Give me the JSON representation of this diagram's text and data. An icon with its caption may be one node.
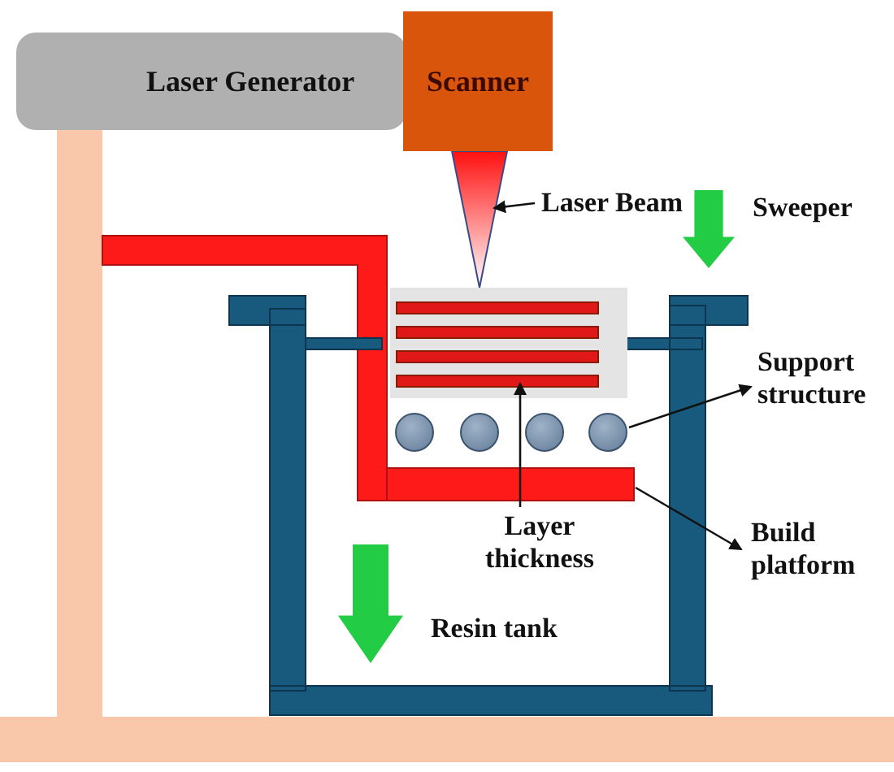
{
  "diagram": {
    "nodes": [
      {
        "text": [
          "Laser Generator"
        ]
      },
      {
        "text": [
          "Scanner"
        ]
      },
      {
        "text": [],
        "shape": "cone"
      },
      {
        "text": [
          "Laser Beam"
        ]
      },
      {
        "text": [],
        "shape": "box"
      },
      {
        "text": [],
        "shape": "circle"
      },
      {
        "text": [],
        "shape": "circle"
      },
      {
        "text": [],
        "shape": "circle"
      },
      {
        "text": [],
        "shape": "circle"
      },
      {
        "text": [],
        "shape": "bar"
      },
      {
        "text": [
          "Support structure"
        ]
      },
      {
        "text": [
          "Layer thickness"
        ]
      },
      {
        "text": [
          "Build platform"
        ]
      }
    ],
    "edges": [
      {
        "from": 3,
        "to": 2,
        "arrow": "to"
      },
      {
        "from": 8,
        "to": 10,
        "arrow": "to"
      },
      {
        "from": 11,
        "to": 4,
        "arrow": "to"
      },
      {
        "from": 9,
        "to": 12,
        "arrow": "to"
      }
    ],
    "labels": [
      "Sweeper",
      "Resin tank"
    ]
  }
}
